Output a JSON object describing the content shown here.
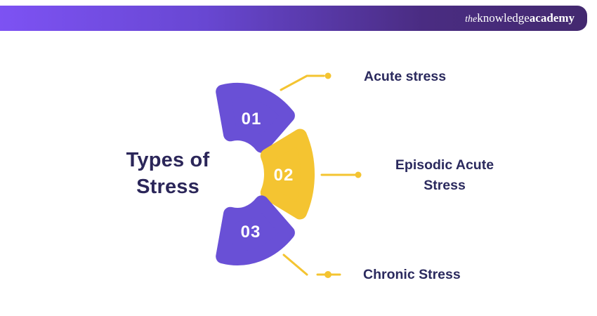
{
  "header": {
    "logo": {
      "the": "the",
      "knowledge": "knowledge",
      "academy": "academy"
    }
  },
  "title": "Types of Stress",
  "diagram": {
    "segments": [
      {
        "number": "01",
        "label": "Acute stress",
        "color": "#6950D6"
      },
      {
        "number": "02",
        "label": "Episodic Acute Stress",
        "color": "#F4C431"
      },
      {
        "number": "03",
        "label": "Chronic Stress",
        "color": "#6950D6"
      }
    ],
    "connector_color": "#F4C431",
    "number_color": "#FFFFFF"
  },
  "colors": {
    "accent_purple": "#6950D6",
    "accent_yellow": "#F4C431",
    "text_navy": "#2B2659",
    "header_gradient_start": "#7D52F3",
    "header_gradient_end": "#43296F",
    "background": "#FFFFFF"
  }
}
